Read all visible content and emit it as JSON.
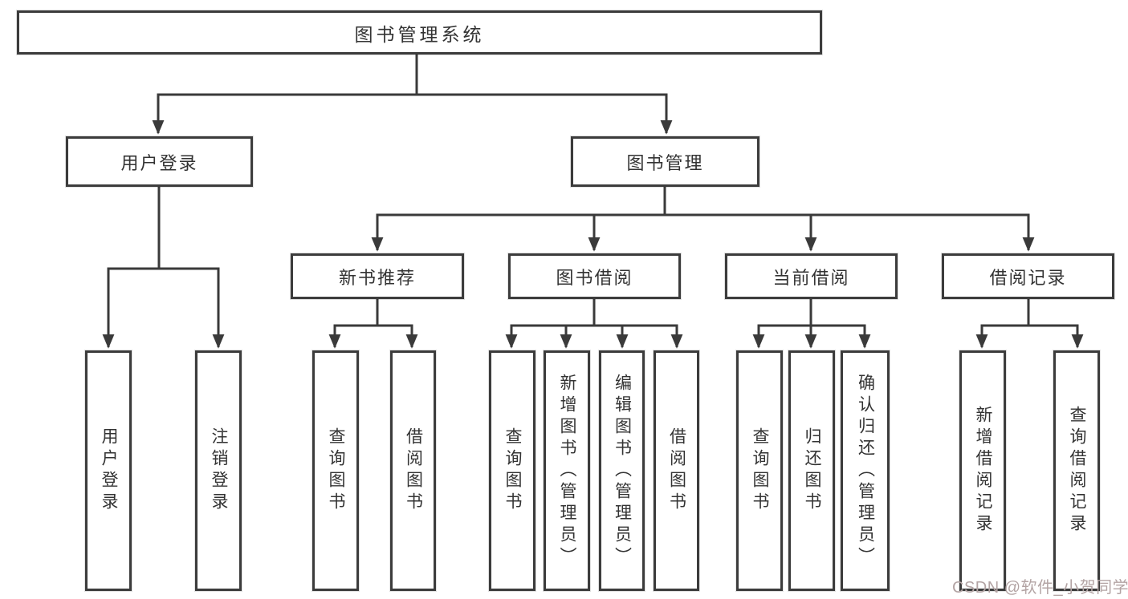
{
  "colors": {
    "line": "#3a3a3a",
    "border": "#3c3c3c",
    "text": "#333333",
    "watermark": "#b3a4a4",
    "background": "#ffffff"
  },
  "nodes": {
    "root": "图书管理系统",
    "login_branch": "用户登录",
    "mgmt_branch": "图书管理",
    "user_login": "用户登录",
    "logout": "注销登录",
    "rec": "新书推荐",
    "rec_query": "查询图书",
    "rec_borrow": "借阅图书",
    "borrow": "图书借阅",
    "borrow_query": "查询图书",
    "borrow_add": "新增图书（管理员）",
    "borrow_edit": "编辑图书（管理员）",
    "borrow_lend": "借阅图书",
    "current": "当前借阅",
    "current_query": "查询图书",
    "current_return": "归还图书",
    "current_confirm": "确认归还（管理员）",
    "records": "借阅记录",
    "records_add": "新增借阅记录",
    "records_query": "查询借阅记录"
  },
  "watermark": "CSDN @软件_小贺同学"
}
